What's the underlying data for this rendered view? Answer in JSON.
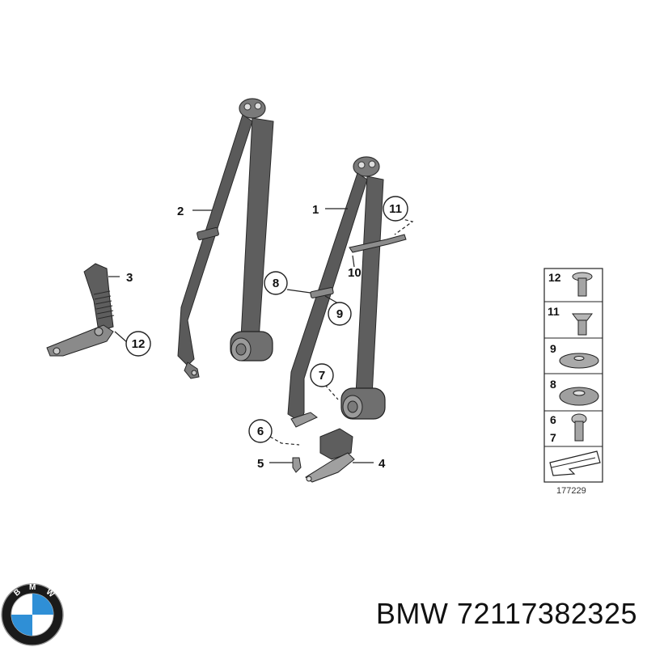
{
  "diagram": {
    "callouts": {
      "c1": "1",
      "c2": "2",
      "c3": "3",
      "c4": "4",
      "c5": "5",
      "c6": "6",
      "c7": "7",
      "c8": "8",
      "c9": "9",
      "c10": "10",
      "c11": "11",
      "c12": "12"
    },
    "legend": {
      "row12": "12",
      "row11": "11",
      "row9": "9",
      "row8": "8",
      "row6": "6",
      "row7": "7"
    },
    "reference_number": "177229"
  },
  "footer": {
    "brand": "BMW",
    "part_number": "72117382325"
  },
  "colors": {
    "belt": "#5a5a5a",
    "belt_dark": "#3c3c3c",
    "part_light": "#9a9a9a",
    "line": "#222222",
    "bmw_blue": "#2f8fd6"
  }
}
